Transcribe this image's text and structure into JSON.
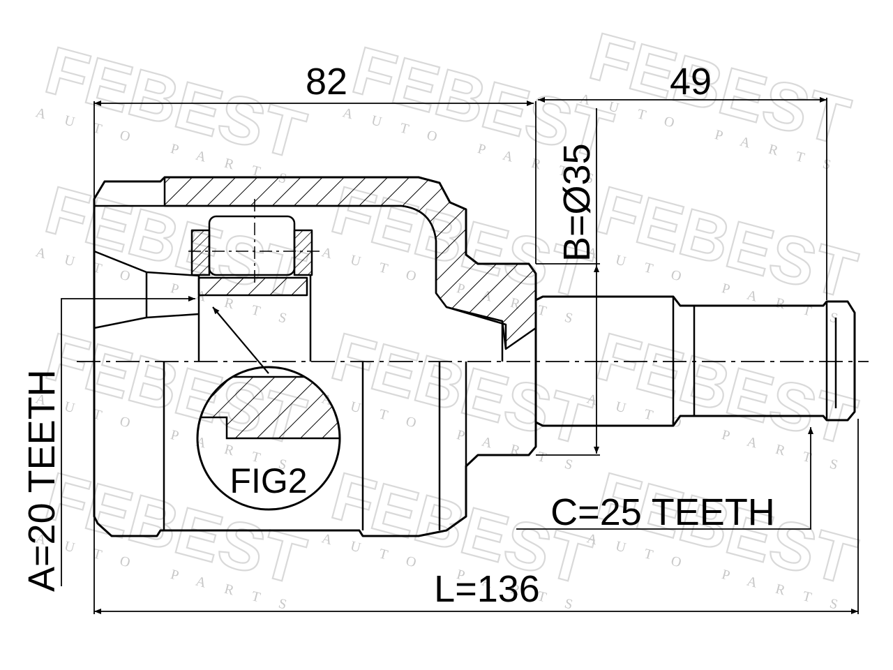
{
  "drawing": {
    "dimensions": {
      "hub_length": "82",
      "shaft_length": "49",
      "total_length": "L=136",
      "diameter": "B=Ø35",
      "inner_teeth": "A=20 TEETH",
      "outer_teeth": "C=25 TEETH",
      "detail_label": "FIG2"
    },
    "watermark": {
      "brand": "FEBEST",
      "tagline": "AUTO PARTS"
    },
    "colors": {
      "line": "#000000",
      "watermark": "#d9d9d9",
      "background": "#ffffff"
    }
  }
}
